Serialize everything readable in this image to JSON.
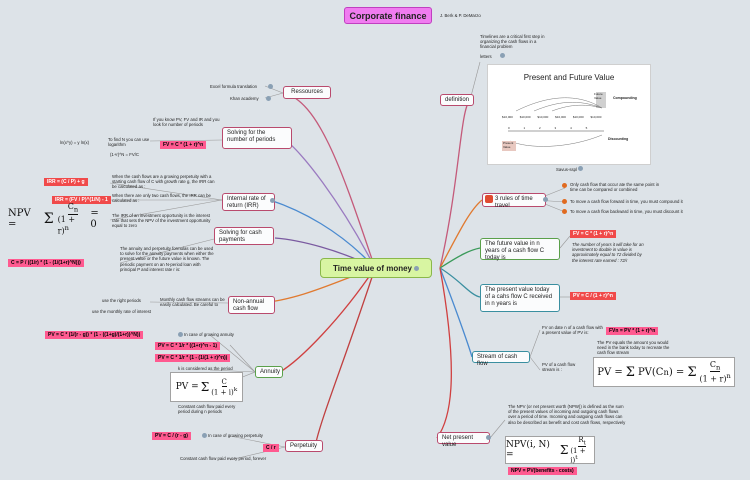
{
  "title": "Corporate finance",
  "authors": "J. Berk & P. DeMarzo",
  "central": "Time value of money",
  "ressources": {
    "label": "Ressources",
    "items": [
      "Excel formula translation",
      "Khan academy"
    ]
  },
  "solving_periods": {
    "label": "Solving for the number of periods",
    "note": "If you know PV, FV and IR and you look for number of periods",
    "formula": "FV = C * (1 + r)^n",
    "log_note": "To find N you can use logarithm",
    "log_rule": "ln(x^y) = y ln(x)",
    "alt": "(1+r)^N = FV/C"
  },
  "irr": {
    "label": "Internal rate of return (IRR)",
    "f1": "IRR = (C / P) + g",
    "f1_note": "When the cash flows are a growing perpetuity with a starting cash flow of C with growth rate g, the IRR can be calculated as :",
    "f2": "IRR = (FV / P)^(1/N) - 1",
    "f2_note": "When there are only two cash flows, the IRR can be calculated as :",
    "f3_note": "The IRR of an investment opportunity is the interest rate that sets the NPV of the investment opportunity equal to zero"
  },
  "solving_cash": {
    "label": "Solving for cash payments",
    "formula": "C = P / ((1/r) * (1 - (1/(1+r)^N)))",
    "note": "The annuity and perpetuity formulas can be used to solve for the annuity payments when either the present value or the future value is known. The periodic payment on an N-period loan with principal P and interest rate r is:"
  },
  "non_annual": {
    "label": "Non-annual cash flow",
    "note": "Monthly cash flow streams can be easily calculated. Be careful to",
    "items": [
      "use the right periods",
      "use the monthly rate of interest"
    ]
  },
  "annuity": {
    "label": "Annuity",
    "f_growing": "PV = C * (1/(r - g)) * (1 - ((1+g)/(1+r))^N))",
    "growing_note": "In case of growing annuity",
    "f2": "PV = C * 1/r * ((1+r)^n - 1)",
    "f3": "PV = C * 1/r * (1 - (1/(1 + r)^n))",
    "k_note": "k is considered as the period",
    "constant_note": "Constant cash flow paid every period during n periods"
  },
  "perpetuity": {
    "label": "Perpetuity",
    "f1": "PV = C / (r - g)",
    "f1_note": "In case of growing perpetuity",
    "f2": "C / r",
    "note": "Constant cash flow paid every period, forever"
  },
  "definition": {
    "label": "definition",
    "note": "Timelines are a critical first step in organizing the cash flows in a financial problem",
    "sub": "letters",
    "chart_title": "Present and Future Value",
    "compounding": "Compounding",
    "discounting": "Discounting",
    "future_value": "Future Value",
    "present_value": "Present Value",
    "amount": "$10,000",
    "periods": [
      "0",
      "1",
      "2",
      "3",
      "4",
      "5"
    ],
    "caption": "Savus-sspl"
  },
  "rules": {
    "label": "3 rules of time travel",
    "items": [
      "Only cash flow that occur ate the same point in time can be compared or combined",
      "To move a cash flow forward in time, you must compound it",
      "To move a cash flow backward in time, you must discount it"
    ]
  },
  "future": {
    "label": "The future value in n years of a cash flow C today is",
    "formula": "FV = C * (1 + r)^n",
    "note": "The number of years it will take for an investment to double in value is approximately equal to 72 divided by the interest rate earned : 72/r"
  },
  "present": {
    "label": "The present value today of a cahs flow C received in n years is",
    "formula": "PV = C / (1 + r)^n"
  },
  "stream": {
    "label": "Stream of cash flow",
    "fv_note": "FV on date n of a cash flow with a present value of PV is:",
    "fv_formula": "FVn = PV * (1 + r)^n",
    "pv_note": "PV of a cash flow stream is :",
    "pv_desc": "The PV equals the amount you would need in the bank today to recreate the cash flow stream"
  },
  "npv": {
    "label": "Net present value",
    "note": "The NPV (or net present worth (NPW)) is defined as the sum of the present values of incoming and outgoing cash flows over a period of time. Incoming and outgoing cash flows can also be described as benefit and cost cash flows, respectively",
    "formula": "NPV = PV(benefits - costs)"
  },
  "colors": {
    "pink": "#ff5a90",
    "red": "#f04a4a",
    "center": "#d8f5a2",
    "title": "#f07cf0"
  }
}
